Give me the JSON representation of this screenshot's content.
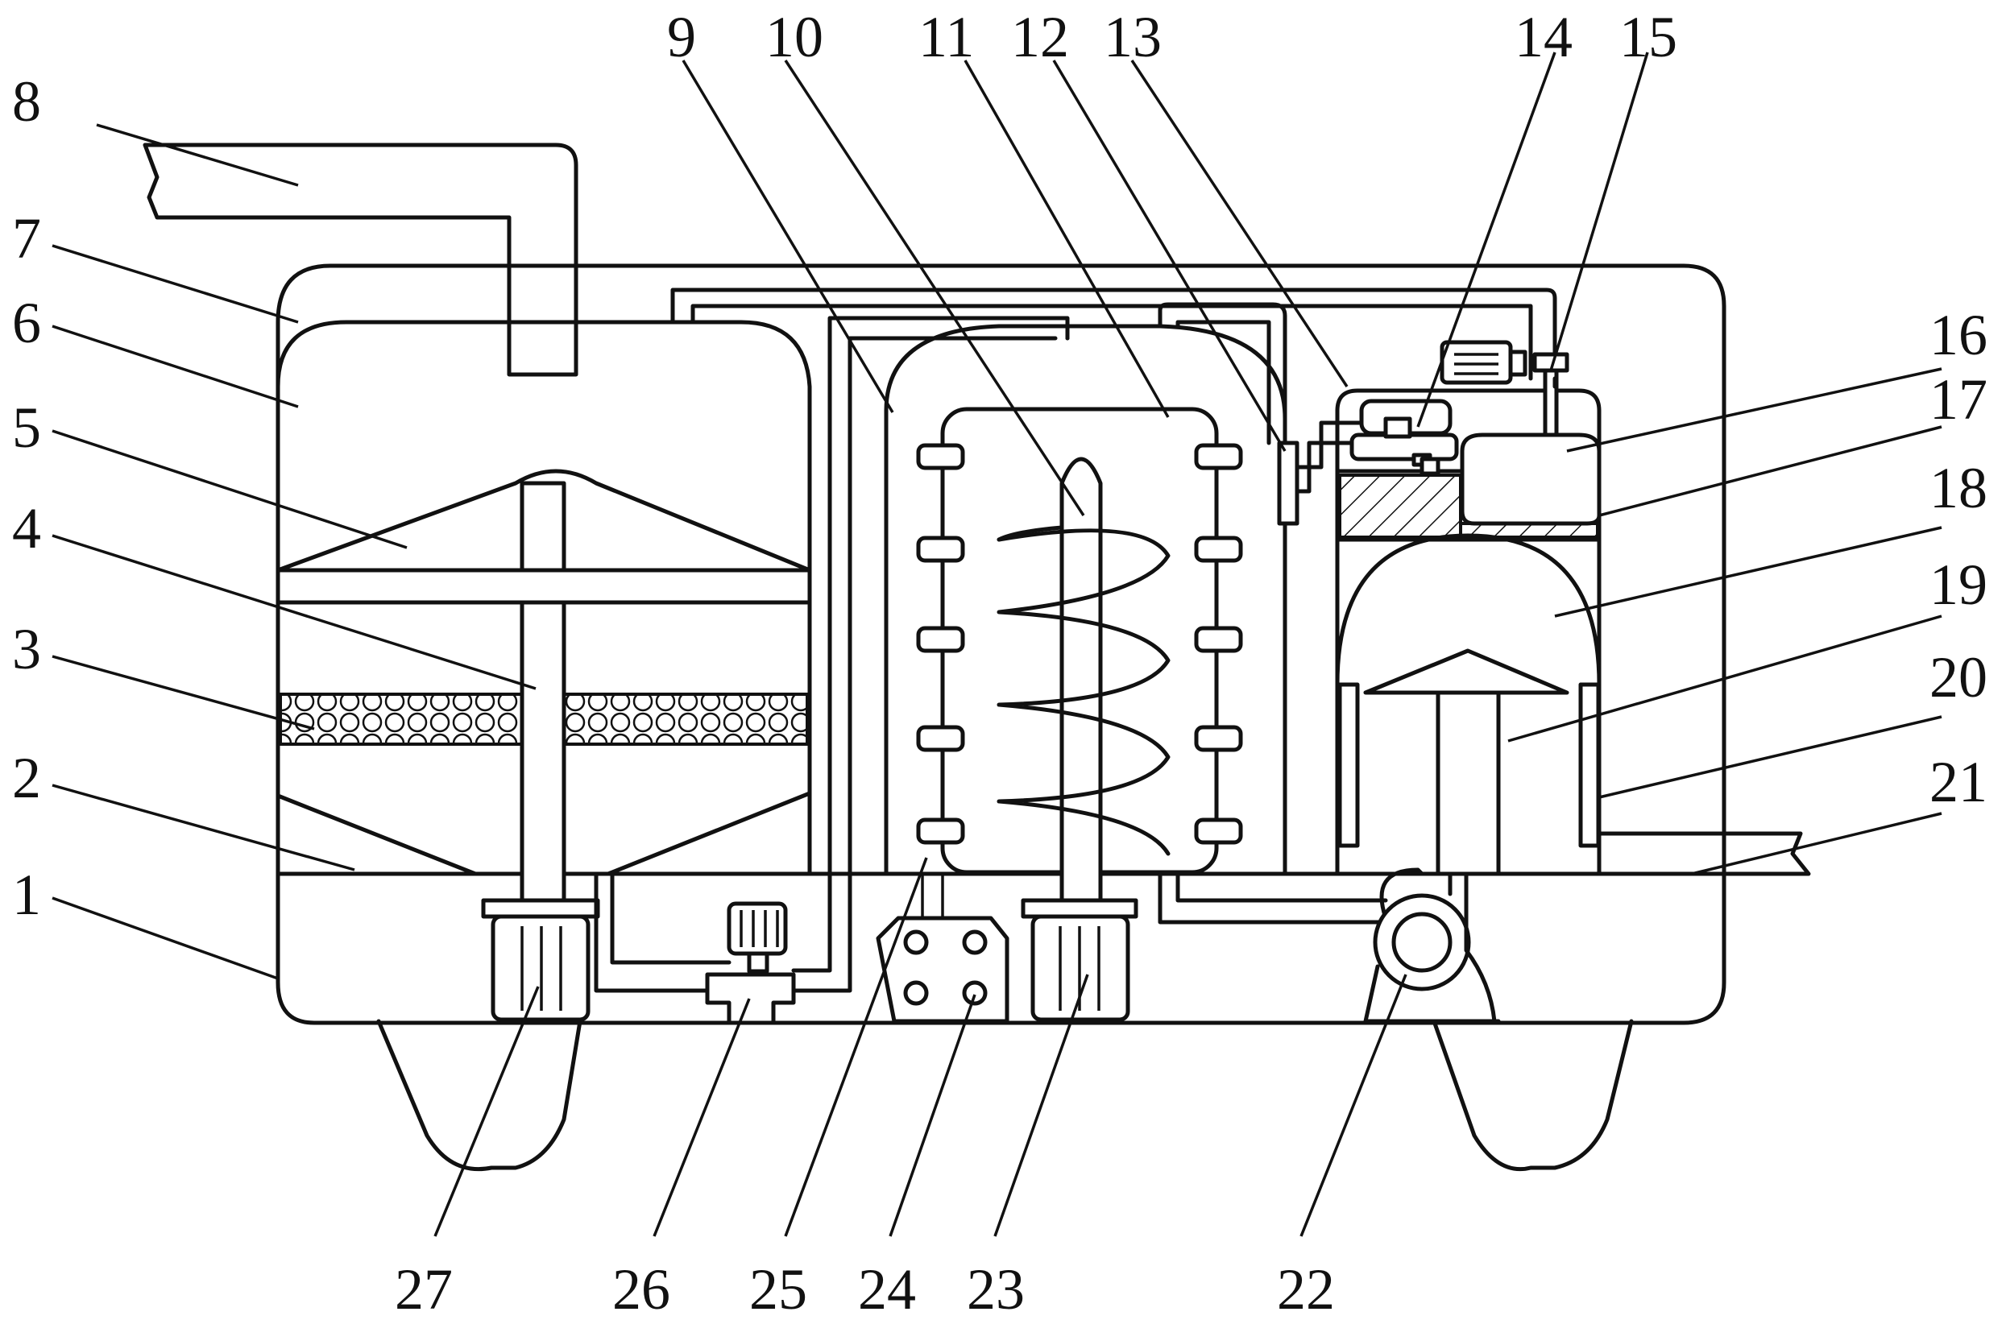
{
  "callouts": [
    {
      "id": 1,
      "text": "1"
    },
    {
      "id": 2,
      "text": "2"
    },
    {
      "id": 3,
      "text": "3"
    },
    {
      "id": 4,
      "text": "4"
    },
    {
      "id": 5,
      "text": "5"
    },
    {
      "id": 6,
      "text": "6"
    },
    {
      "id": 7,
      "text": "7"
    },
    {
      "id": 8,
      "text": "8"
    },
    {
      "id": 9,
      "text": "9"
    },
    {
      "id": 10,
      "text": "10"
    },
    {
      "id": 11,
      "text": "11"
    },
    {
      "id": 12,
      "text": "12"
    },
    {
      "id": 13,
      "text": "13"
    },
    {
      "id": 14,
      "text": "14"
    },
    {
      "id": 15,
      "text": "15"
    },
    {
      "id": 16,
      "text": "16"
    },
    {
      "id": 17,
      "text": "17"
    },
    {
      "id": 18,
      "text": "18"
    },
    {
      "id": 19,
      "text": "19"
    },
    {
      "id": 20,
      "text": "20"
    },
    {
      "id": 21,
      "text": "21"
    },
    {
      "id": 22,
      "text": "22"
    },
    {
      "id": 23,
      "text": "23"
    },
    {
      "id": 24,
      "text": "24"
    },
    {
      "id": 25,
      "text": "25"
    },
    {
      "id": 26,
      "text": "26"
    },
    {
      "id": 27,
      "text": "27"
    }
  ]
}
